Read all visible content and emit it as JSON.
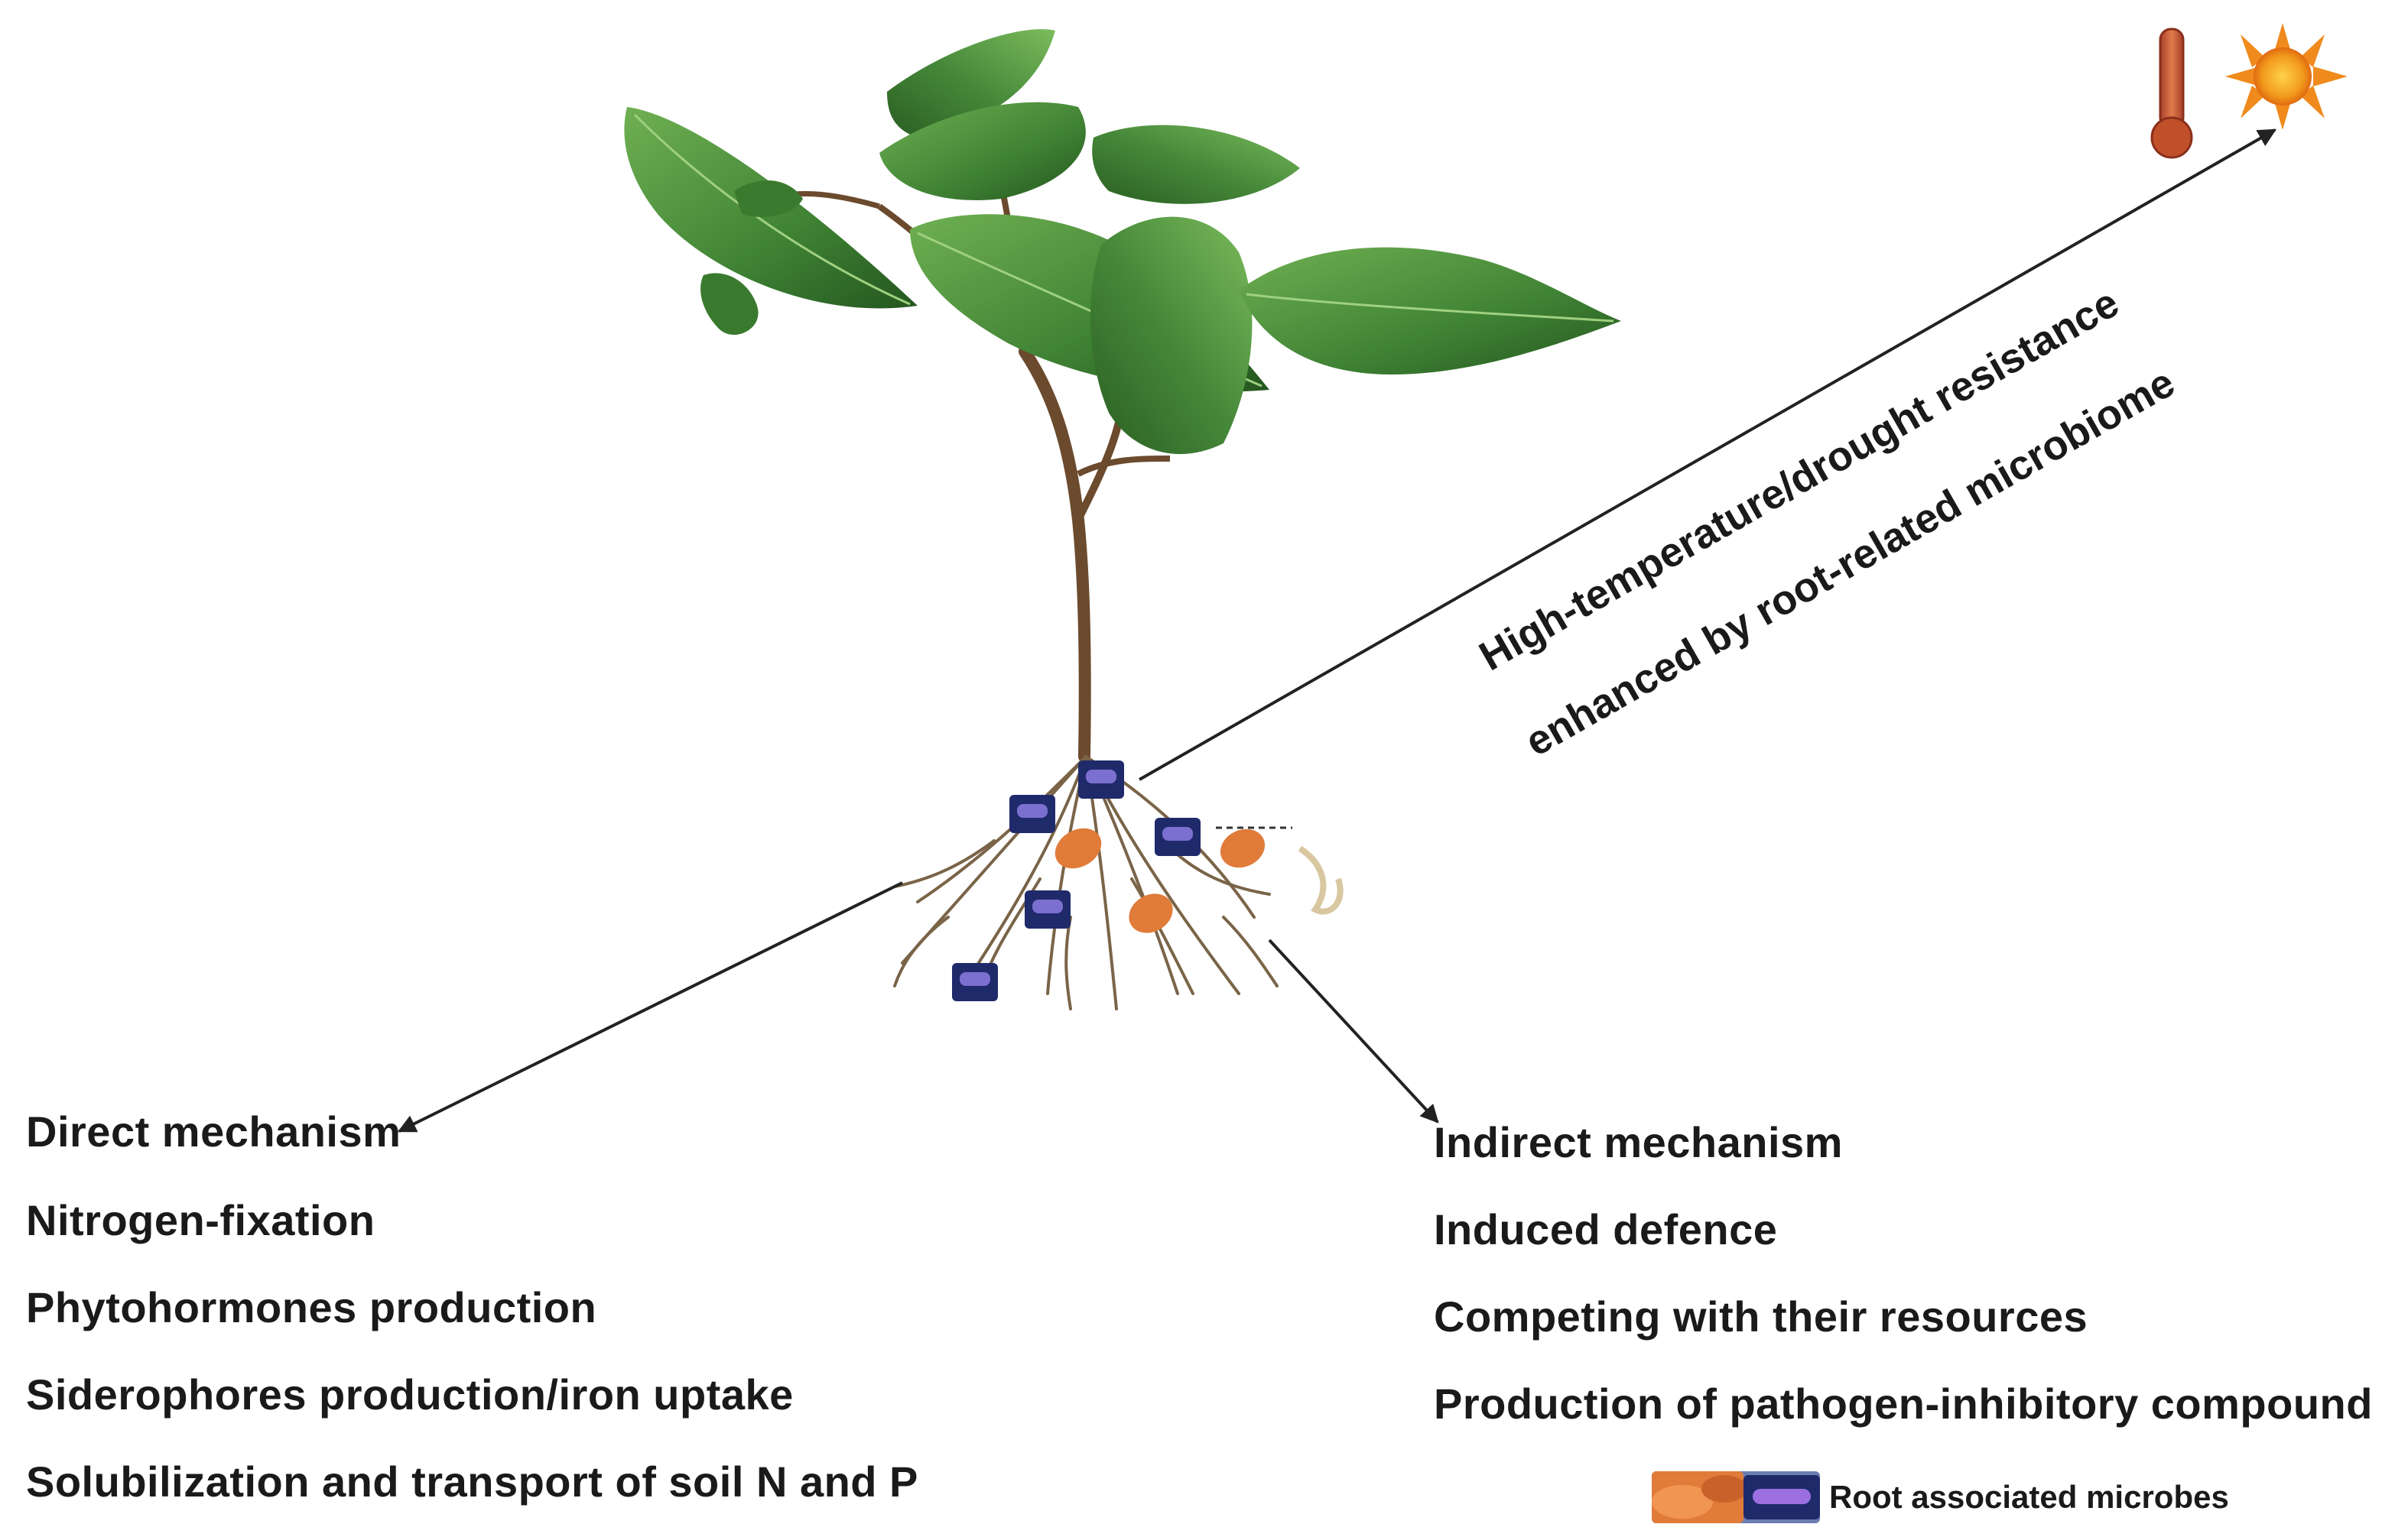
{
  "diagram": {
    "stress_label_line1": "High-temperature/drought resistance",
    "stress_label_line2": "enhanced by root-related microbiome",
    "direct": {
      "heading": "Direct mechanism",
      "items": [
        "Nitrogen-fixation",
        "Phytohormones production",
        "Siderophores production/iron uptake",
        "Solubilization and transport of soil N and P"
      ]
    },
    "indirect": {
      "heading": "Indirect mechanism",
      "items": [
        "Induced defence",
        "Competing with their resources",
        "Production of pathogen-inhibitory compound"
      ]
    },
    "legend": {
      "label": "Root associated microbes"
    },
    "colors": {
      "leaf_dark": "#2f6b2a",
      "leaf_light": "#5fa046",
      "stem": "#6b4a2e",
      "root": "#7a6448",
      "microbe_square": "#1f2a6b",
      "microbe_orange": "#e07b39",
      "sun": "#f08a1c",
      "thermometer": "#c0502a",
      "arrow": "#222222"
    },
    "icons": [
      "thermometer-icon",
      "sun-icon"
    ]
  }
}
